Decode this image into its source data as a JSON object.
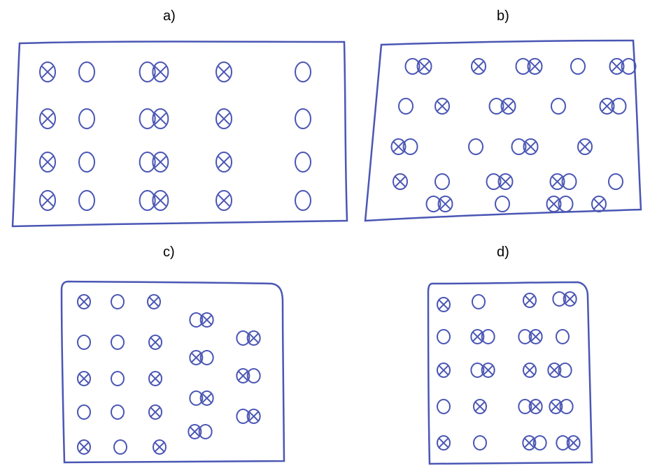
{
  "colors": {
    "ink": "#4a56b4",
    "background": "#ffffff",
    "label": "#000000"
  },
  "panels": [
    {
      "label": "a)",
      "rows": [
        [
          "x",
          "o",
          "ox",
          "x",
          "o"
        ],
        [
          "x",
          "o",
          "ox",
          "x",
          "o"
        ],
        [
          "x",
          "o",
          "ox",
          "x",
          "o"
        ],
        [
          "x",
          "o",
          "ox",
          "x",
          "o"
        ]
      ]
    },
    {
      "label": "b)",
      "rows": [
        [
          "ox",
          "x",
          "ox",
          "o",
          "xo"
        ],
        [
          "o",
          "x",
          "ox",
          "o",
          "xo"
        ],
        [
          "xo",
          "o",
          "ox",
          "x"
        ],
        [
          "x",
          "o",
          "ox",
          "xo",
          "o"
        ],
        [
          "ox",
          "o",
          "xo",
          "x"
        ]
      ]
    },
    {
      "label": "c)",
      "rows": [
        [
          "x",
          "o",
          "x"
        ],
        [
          "o",
          "o",
          "x",
          "ox",
          "ox"
        ],
        [
          "x",
          "o",
          "x",
          "xo",
          "xo"
        ],
        [
          "o",
          "o",
          "x",
          "ox",
          "ox"
        ],
        [
          "x",
          "o",
          "x",
          "xo"
        ]
      ]
    },
    {
      "label": "d)",
      "rows": [
        [
          "x",
          "o",
          "x",
          "ox"
        ],
        [
          "o",
          "xo",
          "ox",
          "o"
        ],
        [
          "x",
          "ox",
          "x",
          "xo"
        ],
        [
          "o",
          "x",
          "ox",
          "xo"
        ],
        [
          "x",
          "o",
          "xo",
          "ox"
        ]
      ]
    }
  ]
}
